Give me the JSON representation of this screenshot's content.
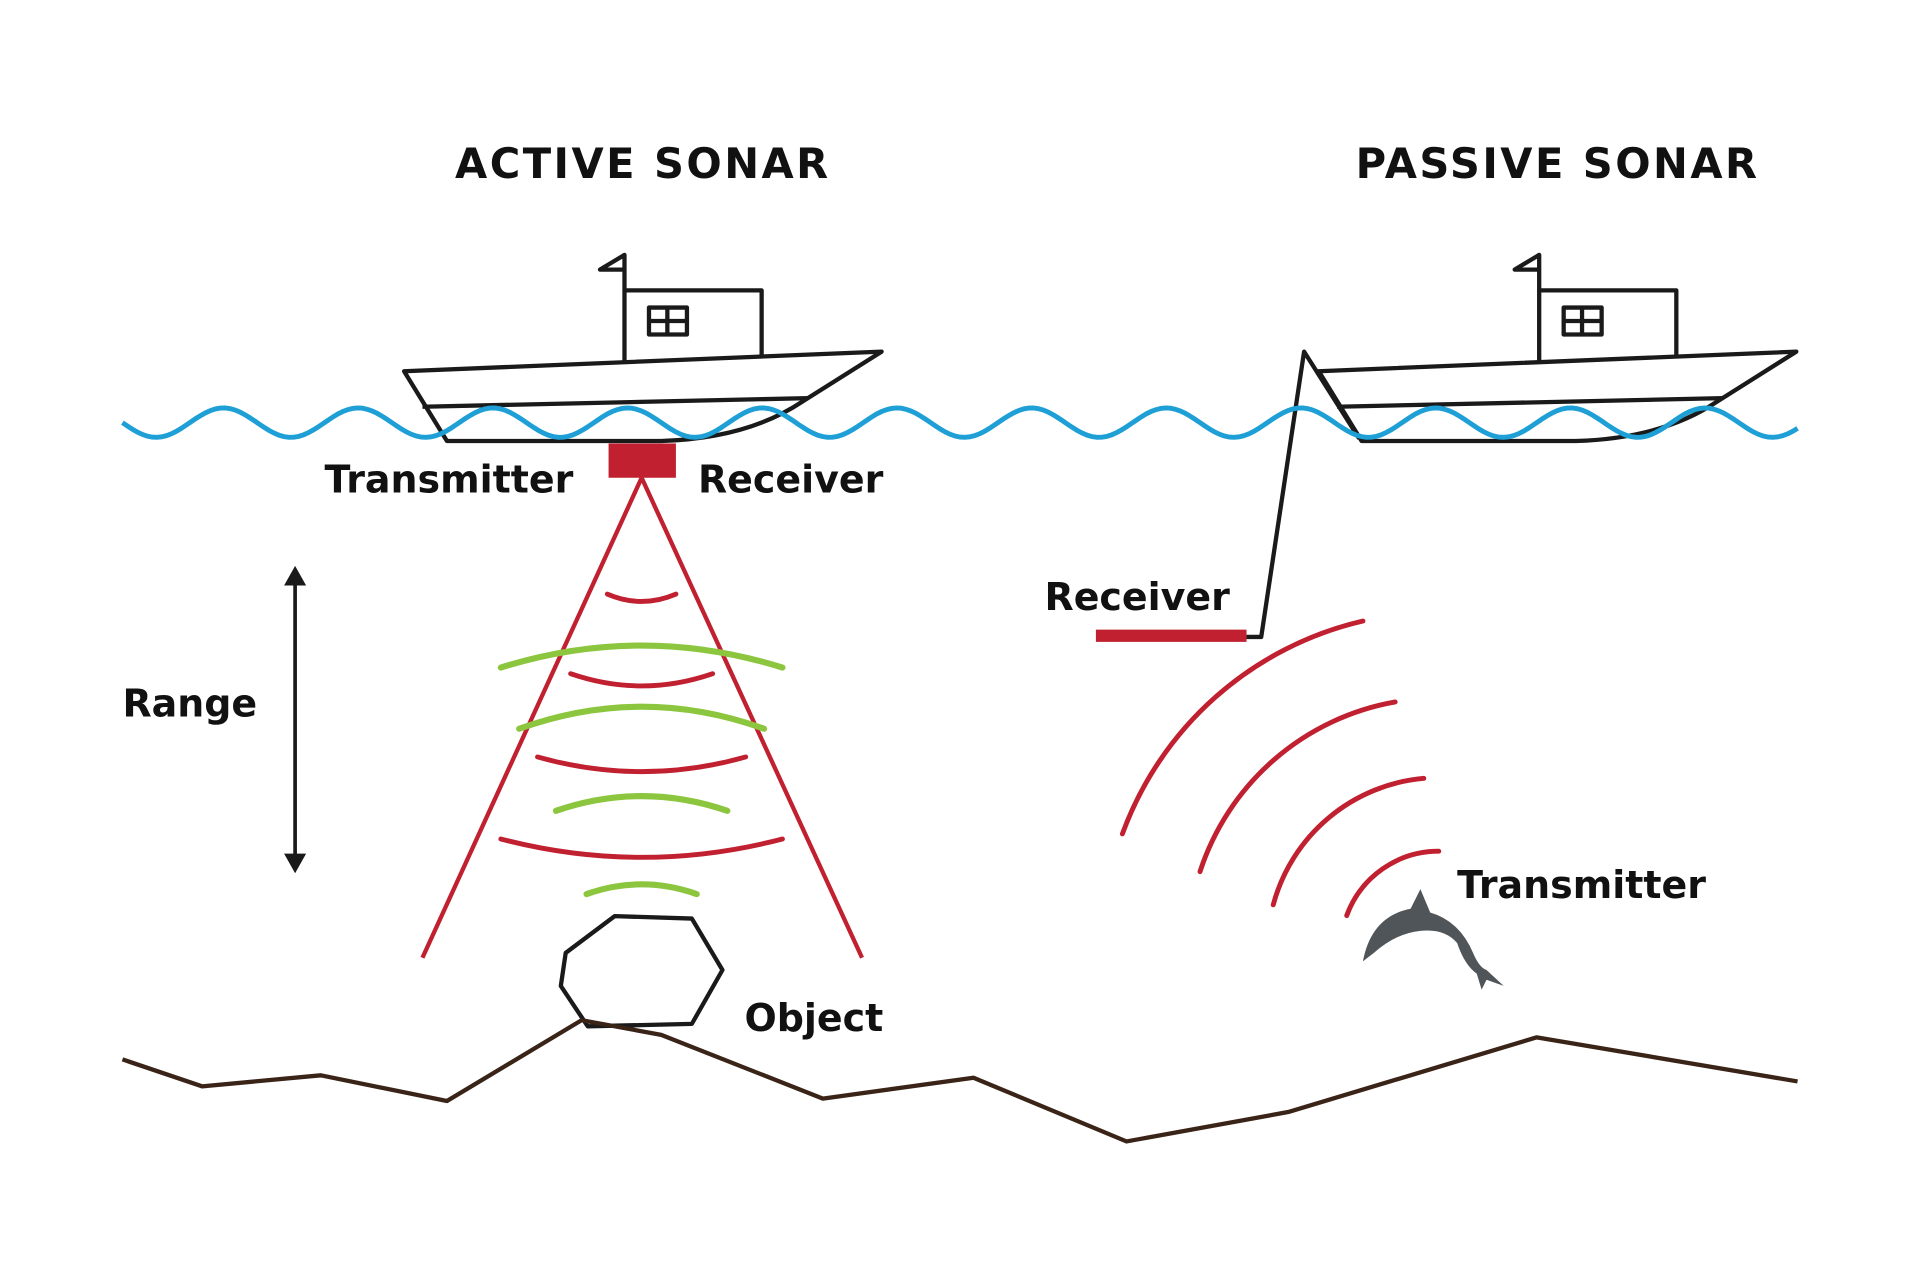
{
  "titles": {
    "active": "ACTIVE SONAR",
    "passive": "PASSIVE SONAR"
  },
  "active_labels": {
    "transmitter": "Transmitter",
    "receiver": "Receiver",
    "range": "Range",
    "object": "Object"
  },
  "passive_labels": {
    "receiver": "Receiver",
    "transmitter": "Transmitter"
  },
  "colors": {
    "water": "#1e9fd6",
    "signal": "#c0202f",
    "echo": "#8cc63f",
    "seabed": "#3a2418",
    "dolphin": "#505559",
    "ink": "#1a1a1a"
  }
}
